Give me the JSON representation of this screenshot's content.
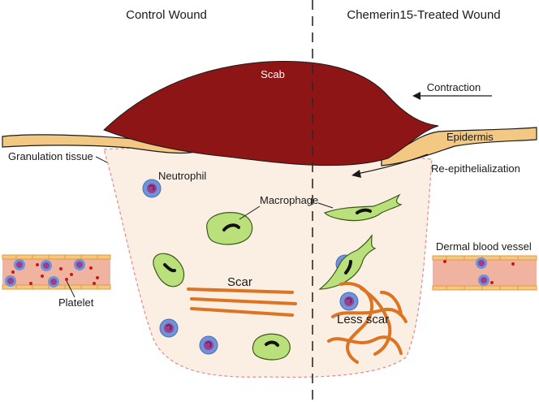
{
  "titles": {
    "left": "Control Wound",
    "right": "Chemerin15-Treated Wound"
  },
  "labels": {
    "scab": "Scab",
    "contraction": "Contraction",
    "epidermis": "Epidermis",
    "re_epithelialization": "Re-epithelialization",
    "granulation_tissue": "Granulation tissue",
    "neutrophil": "Neutrophil",
    "macrophage": "Macrophage",
    "scar": "Scar",
    "less_scar": "Less scar",
    "dermal_blood_vessel": "Dermal blood vessel",
    "platelet": "Platelet"
  },
  "colors": {
    "scab": "#8e1515",
    "epidermis": "#f2c883",
    "wound_bed": "#fbefe4",
    "wound_border": "#e88a8a",
    "vessel": "#efb3a0",
    "vessel_wall": "#e79a3a",
    "neutrophil_outer": "#6f93d9",
    "neutrophil_inner": "#9a3f8f",
    "macrophage": "#b9e07a",
    "collagen": "#dc7424",
    "platelet": "#c81818"
  }
}
